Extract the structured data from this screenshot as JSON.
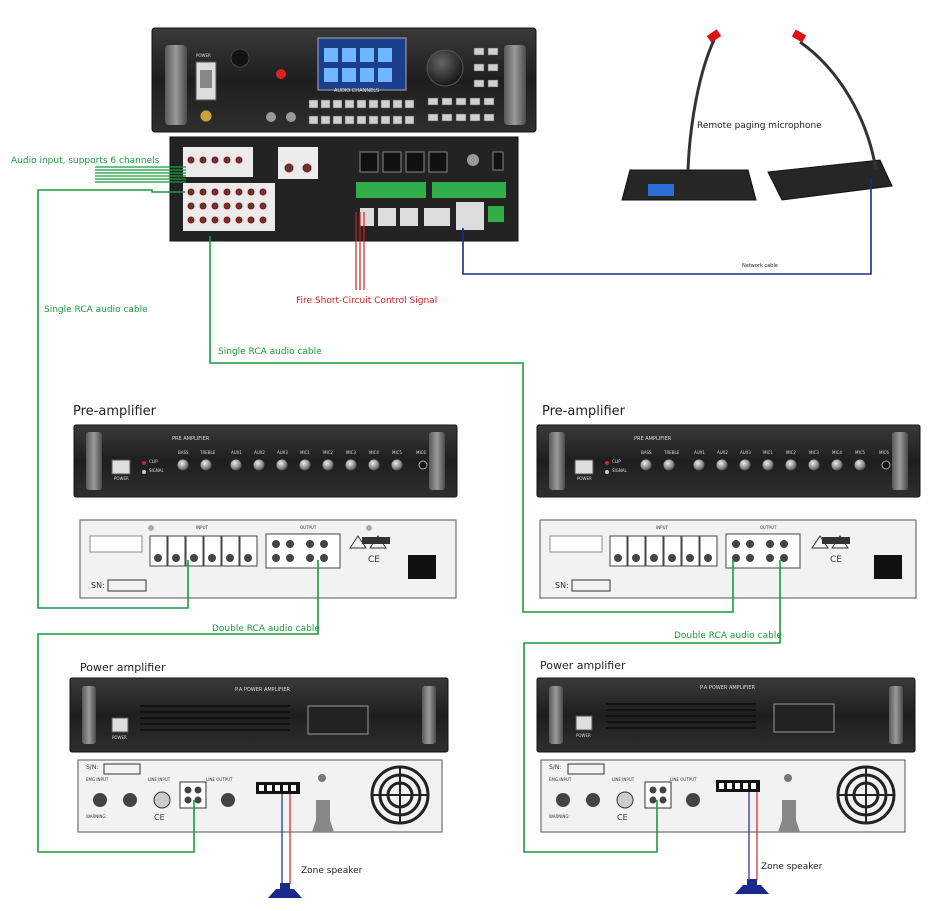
{
  "labels": {
    "audio_input": "Audio input, supports 6 channels",
    "remote_mic": "Remote paging microphone",
    "single_rca_1": "Single RCA audio cable",
    "single_rca_2": "Single RCA audio cable",
    "fire_signal": "Fire Short-Circuit Control Signal",
    "network_cable": "Network cable",
    "preamp_left": "Pre-amplifier",
    "preamp_right": "Pre-amplifier",
    "double_rca_left": "Double RCA audio cable",
    "double_rca_right": "Double RCA audio cable",
    "power_amp_left": "Power amplifier",
    "power_amp_right": "Power amplifier",
    "zone_speaker_left": "Zone speaker",
    "zone_speaker_right": "Zone speaker"
  },
  "device_text": {
    "main_audio_channels": "AUDIO CHANNELS",
    "main_power": "POWER",
    "pre_panel_title": "PRE AMPLIFIER",
    "pre_power": "POWER",
    "pre_clip": "CLIP",
    "pre_signal": "SIGNAL",
    "pre_knobs": [
      "BASS",
      "TREBLE",
      "AUX1",
      "AUX2",
      "AUX3",
      "MIC1",
      "MIC2",
      "MIC3",
      "MIC4",
      "MIC5",
      "MIC6"
    ],
    "pre_rear_input": "INPUT",
    "pre_rear_output": "OUTPUT",
    "sn": "SN:",
    "ce": "CE",
    "pa_panel_title": "P.A POWER AMPLIFIER",
    "pa_power": "POWER",
    "pa_sn": "S/N:",
    "pa_line_input": "LINE INPUT",
    "pa_line_output": "LINE OUTPUT",
    "pa_emg_input": "EMG INPUT",
    "pa_warning": "WARNING:"
  },
  "colors": {
    "green_cable": "#1a9a3c",
    "red_cable": "#d42020",
    "blue_cable": "#1a2a8a",
    "device_dark": "#2b2b2b",
    "device_rear": "#f2f2f2"
  }
}
